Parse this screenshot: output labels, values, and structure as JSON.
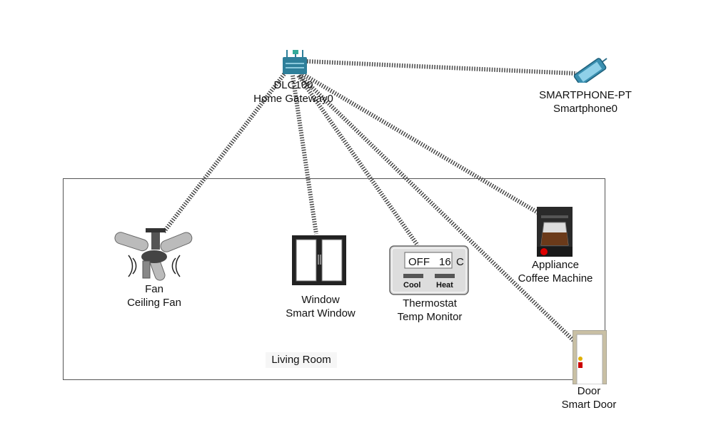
{
  "devices": {
    "gateway": {
      "model": "DLC100",
      "name": "Home Gateway0"
    },
    "smartphone": {
      "model": "SMARTPHONE-PT",
      "name": "Smartphone0"
    },
    "fan": {
      "model": "Fan",
      "name": "Ceiling Fan"
    },
    "window": {
      "model": "Window",
      "name": "Smart Window"
    },
    "thermostat": {
      "model": "Thermostat",
      "name": "Temp Monitor",
      "screen_status": "OFF",
      "screen_temp": "16",
      "screen_unit": "C",
      "button_left": "Cool",
      "button_right": "Heat"
    },
    "appliance": {
      "model": "Appliance",
      "name": "Coffee Machine"
    },
    "door": {
      "model": "Door",
      "name": "Smart Door"
    }
  },
  "room": {
    "label": "Living Room"
  },
  "colors": {
    "gateway": "#2e7f9a",
    "smartphone": "#4aa8c8",
    "link": "#444444",
    "door_knob": "#e0b000",
    "door_lock": "#cc0000",
    "coffee_button": "#dd0000"
  }
}
